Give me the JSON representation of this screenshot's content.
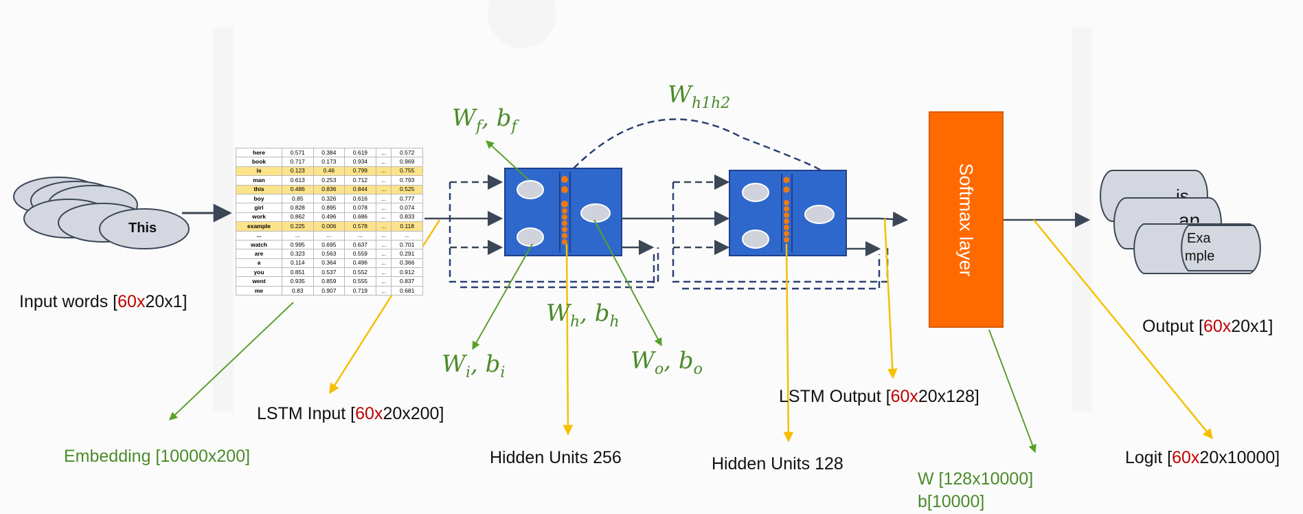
{
  "colors": {
    "accent_red": "#c00000",
    "green": "#4a8a2a",
    "lstm_block": "#2f68cc",
    "softmax": "#ff6a00",
    "yellow_arrow": "#f5c000",
    "arrow": "#3b4656"
  },
  "input_words": [
    "This"
  ],
  "output_words": [
    "is",
    "an",
    "Exa",
    "mple"
  ],
  "embedding_table": [
    {
      "word": "here",
      "v1": "0.571",
      "v2": "0.384",
      "v3": "0.619",
      "dots": "...",
      "v4": "0.572",
      "highlight": false
    },
    {
      "word": "book",
      "v1": "0.717",
      "v2": "0.173",
      "v3": "0.934",
      "dots": "...",
      "v4": "0.969",
      "highlight": false
    },
    {
      "word": "is",
      "v1": "0.123",
      "v2": "0.46",
      "v3": "0.799",
      "dots": "...",
      "v4": "0.755",
      "highlight": true
    },
    {
      "word": "man",
      "v1": "0.613",
      "v2": "0.253",
      "v3": "0.712",
      "dots": "...",
      "v4": "0.793",
      "highlight": false
    },
    {
      "word": "this",
      "v1": "0.486",
      "v2": "0.836",
      "v3": "0.844",
      "dots": "...",
      "v4": "0.525",
      "highlight": true
    },
    {
      "word": "boy",
      "v1": "0.85",
      "v2": "0.326",
      "v3": "0.616",
      "dots": "...",
      "v4": "0.777",
      "highlight": false
    },
    {
      "word": "girl",
      "v1": "0.828",
      "v2": "0.895",
      "v3": "0.078",
      "dots": "...",
      "v4": "0.074",
      "highlight": false
    },
    {
      "word": "work",
      "v1": "0.862",
      "v2": "0.496",
      "v3": "0.686",
      "dots": "...",
      "v4": "0.833",
      "highlight": false
    },
    {
      "word": "example",
      "v1": "0.225",
      "v2": "0.006",
      "v3": "0.578",
      "dots": "...",
      "v4": "0.118",
      "highlight": true
    },
    {
      "word": "...",
      "v1": "...",
      "v2": "...",
      "v3": "...",
      "dots": "...",
      "v4": "...",
      "highlight": false
    },
    {
      "word": "watch",
      "v1": "0.995",
      "v2": "0.695",
      "v3": "0.637",
      "dots": "...",
      "v4": "0.701",
      "highlight": false
    },
    {
      "word": "are",
      "v1": "0.323",
      "v2": "0.563",
      "v3": "0.559",
      "dots": "...",
      "v4": "0.291",
      "highlight": false
    },
    {
      "word": "a",
      "v1": "0.114",
      "v2": "0.364",
      "v3": "0.496",
      "dots": "...",
      "v4": "0.366",
      "highlight": false
    },
    {
      "word": "you",
      "v1": "0.851",
      "v2": "0.537",
      "v3": "0.552",
      "dots": "...",
      "v4": "0.912",
      "highlight": false
    },
    {
      "word": "went",
      "v1": "0.935",
      "v2": "0.859",
      "v3": "0.555",
      "dots": "...",
      "v4": "0.837",
      "highlight": false
    },
    {
      "word": "me",
      "v1": "0.83",
      "v2": "0.907",
      "v3": "0.719",
      "dots": "...",
      "v4": "0.681",
      "highlight": false
    }
  ],
  "labels": {
    "input_words": {
      "text": "Input words  [",
      "red": "60x",
      "rest": "20x1]"
    },
    "lstm_input": {
      "text": "LSTM Input [",
      "red": "60x",
      "rest": "20x200]"
    },
    "embedding": "Embedding  [10000x200]",
    "hidden_256": "Hidden Units 256",
    "hidden_128": "Hidden Units 128",
    "lstm_output": {
      "text": "LSTM Output [",
      "red": "60x",
      "rest": "20x128]"
    },
    "w_line1": "W [128x10000]",
    "w_line2": "b[10000]",
    "output": {
      "text": "Output [",
      "red": "60x",
      "rest": "20x1]"
    },
    "logit": {
      "text": "Logit [",
      "red": "60x",
      "rest": "20x10000]"
    },
    "softmax": "Softmax layer"
  },
  "math": {
    "wf": {
      "a": "W",
      "as": "f",
      "b": ", b",
      "bs": "f"
    },
    "wh1h2": {
      "a": "W",
      "as": "h1h2"
    },
    "wh": {
      "a": "W",
      "as": "h",
      "b": ", b",
      "bs": "h"
    },
    "wi": {
      "a": "W",
      "as": "i",
      "b": ", b",
      "bs": "i"
    },
    "wo": {
      "a": "W",
      "as": "o",
      "b": ", b",
      "bs": "o"
    }
  }
}
